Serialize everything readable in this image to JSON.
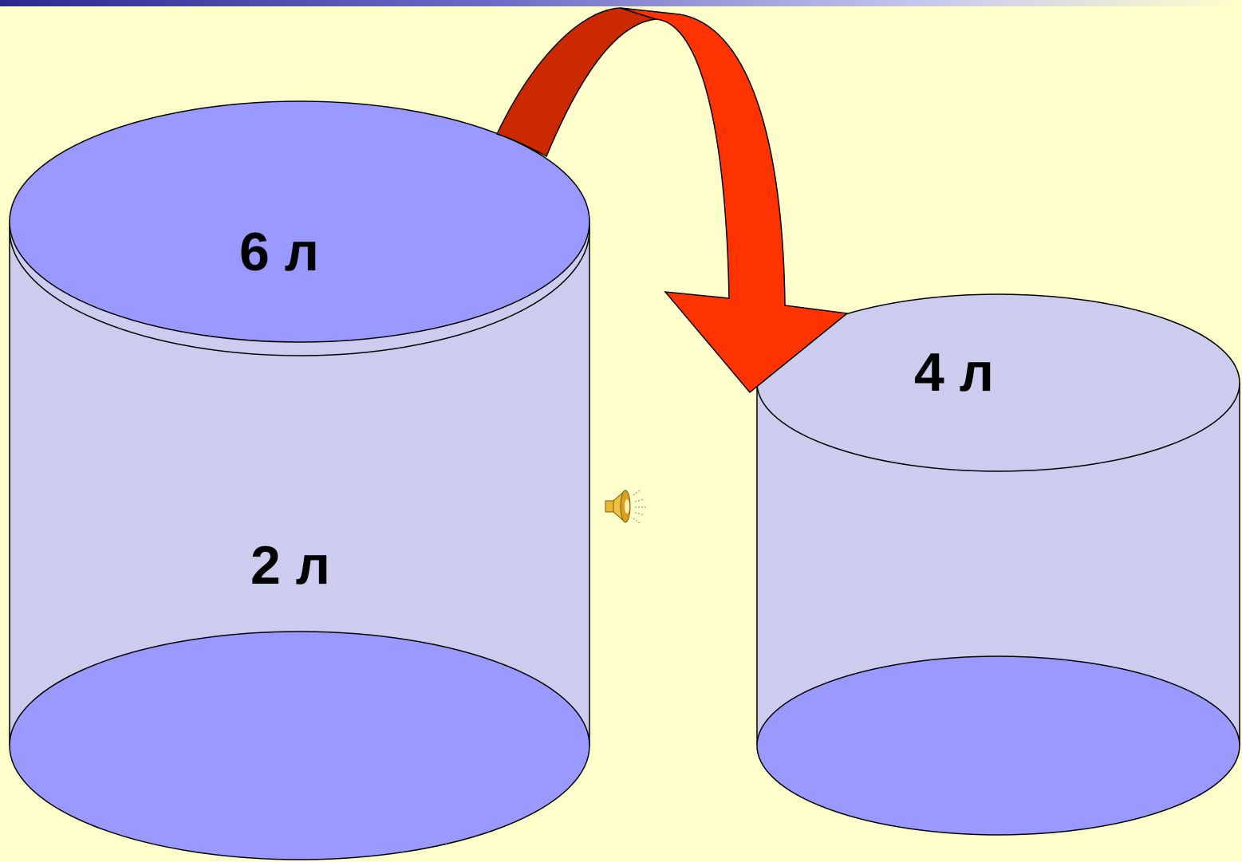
{
  "diagram": {
    "left_container": {
      "top_label": "6 л",
      "middle_label": "2 л"
    },
    "right_container": {
      "top_label": "4 л"
    },
    "colors": {
      "background": "#ffffcc",
      "cylinder_body": "#ccccee",
      "liquid": "#9999ff",
      "arrow_dark": "#cc2900",
      "arrow_light": "#ff3300",
      "speaker": "#e8b830"
    },
    "icons": [
      "pour-arrow-icon",
      "speaker-icon"
    ]
  }
}
